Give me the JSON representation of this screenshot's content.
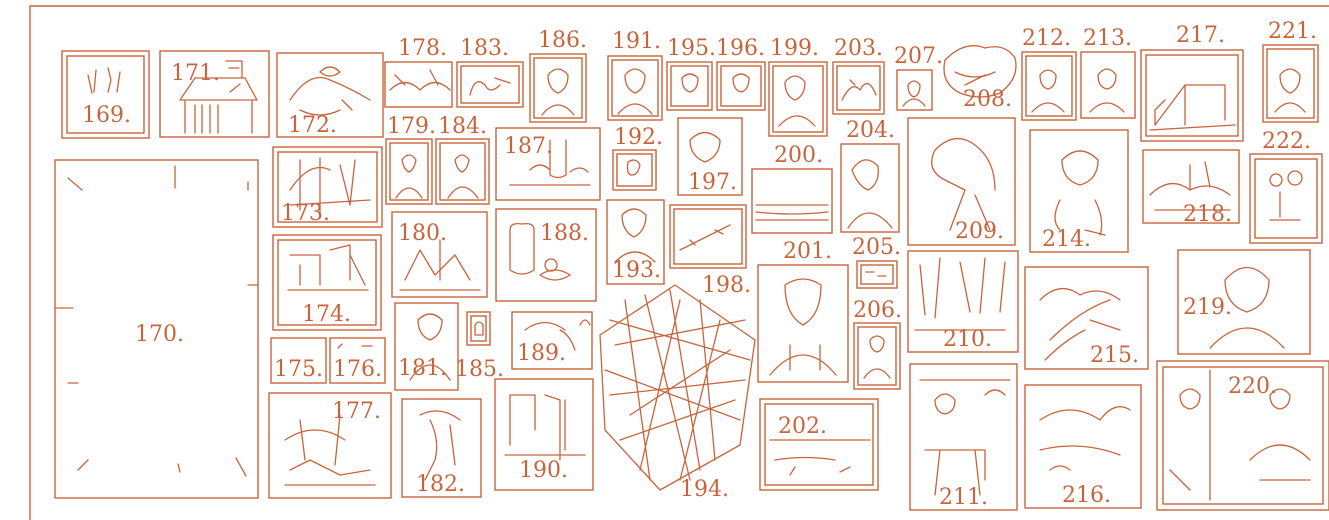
{
  "colors": {
    "line": "#c8643c",
    "background": "#ffffff"
  },
  "paintings": [
    {
      "id": "p169",
      "label": "169.",
      "kind": "abstract"
    },
    {
      "id": "p170",
      "label": "170.",
      "kind": "placeholder"
    },
    {
      "id": "p171",
      "label": "171.",
      "kind": "house"
    },
    {
      "id": "p172",
      "label": "172.",
      "kind": "figure"
    },
    {
      "id": "p173",
      "label": "173.",
      "kind": "landscape"
    },
    {
      "id": "p174",
      "label": "174.",
      "kind": "landscape"
    },
    {
      "id": "p175",
      "label": "175.",
      "kind": "small"
    },
    {
      "id": "p176",
      "label": "176.",
      "kind": "small"
    },
    {
      "id": "p177",
      "label": "177.",
      "kind": "landscape"
    },
    {
      "id": "p178",
      "label": "178.",
      "kind": "landscape"
    },
    {
      "id": "p179",
      "label": "179.",
      "kind": "portrait"
    },
    {
      "id": "p180",
      "label": "180.",
      "kind": "landscape"
    },
    {
      "id": "p181",
      "label": "181.",
      "kind": "figure"
    },
    {
      "id": "p182",
      "label": "182.",
      "kind": "figure"
    },
    {
      "id": "p183",
      "label": "183.",
      "kind": "abstract"
    },
    {
      "id": "p184",
      "label": "184.",
      "kind": "portrait"
    },
    {
      "id": "p185",
      "label": "185.",
      "kind": "small"
    },
    {
      "id": "p186",
      "label": "186.",
      "kind": "portrait"
    },
    {
      "id": "p187",
      "label": "187.",
      "kind": "stilllife"
    },
    {
      "id": "p188",
      "label": "188.",
      "kind": "stilllife"
    },
    {
      "id": "p189",
      "label": "189.",
      "kind": "figure"
    },
    {
      "id": "p190",
      "label": "190.",
      "kind": "interior"
    },
    {
      "id": "p191",
      "label": "191.",
      "kind": "portrait"
    },
    {
      "id": "p192",
      "label": "192.",
      "kind": "portrait"
    },
    {
      "id": "p193",
      "label": "193.",
      "kind": "portrait"
    },
    {
      "id": "p194",
      "label": "194.",
      "kind": "structure"
    },
    {
      "id": "p195",
      "label": "195.",
      "kind": "portrait"
    },
    {
      "id": "p196",
      "label": "196.",
      "kind": "portrait"
    },
    {
      "id": "p197",
      "label": "197.",
      "kind": "portrait"
    },
    {
      "id": "p198",
      "label": "198.",
      "kind": "landscape"
    },
    {
      "id": "p199",
      "label": "199.",
      "kind": "portrait"
    },
    {
      "id": "p200",
      "label": "200.",
      "kind": "sea"
    },
    {
      "id": "p201",
      "label": "201.",
      "kind": "portrait"
    },
    {
      "id": "p202",
      "label": "202.",
      "kind": "landscape"
    },
    {
      "id": "p203",
      "label": "203.",
      "kind": "abstract"
    },
    {
      "id": "p204",
      "label": "204.",
      "kind": "portrait"
    },
    {
      "id": "p205",
      "label": "205.",
      "kind": "small"
    },
    {
      "id": "p206",
      "label": "206.",
      "kind": "portrait"
    },
    {
      "id": "p207",
      "label": "207.",
      "kind": "portrait"
    },
    {
      "id": "p208",
      "label": "208.",
      "kind": "object"
    },
    {
      "id": "p209",
      "label": "209.",
      "kind": "figure"
    },
    {
      "id": "p210",
      "label": "210.",
      "kind": "landscape"
    },
    {
      "id": "p211",
      "label": "211.",
      "kind": "interior"
    },
    {
      "id": "p212",
      "label": "212.",
      "kind": "portrait"
    },
    {
      "id": "p213",
      "label": "213.",
      "kind": "portrait"
    },
    {
      "id": "p214",
      "label": "214.",
      "kind": "figure"
    },
    {
      "id": "p215",
      "label": "215.",
      "kind": "landscape"
    },
    {
      "id": "p216",
      "label": "216.",
      "kind": "landscape"
    },
    {
      "id": "p217",
      "label": "217.",
      "kind": "house"
    },
    {
      "id": "p218",
      "label": "218.",
      "kind": "landscape"
    },
    {
      "id": "p219",
      "label": "219.",
      "kind": "portrait"
    },
    {
      "id": "p220",
      "label": "220.",
      "kind": "interior"
    },
    {
      "id": "p221",
      "label": "221.",
      "kind": "portrait"
    },
    {
      "id": "p222",
      "label": "222.",
      "kind": "stilllife"
    }
  ]
}
